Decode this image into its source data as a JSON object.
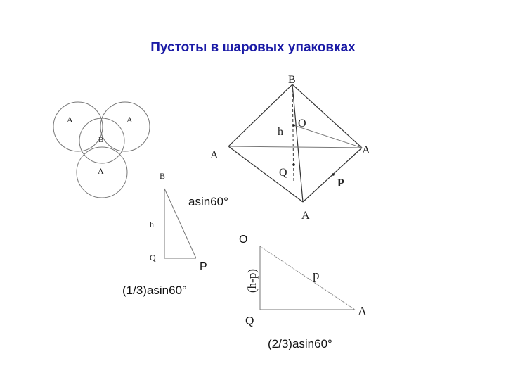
{
  "slide": {
    "title": "Пустоты в шаровых упаковках"
  },
  "circles_figure": {
    "labels": {
      "a1": "A",
      "a2": "A",
      "b": "B",
      "a3": "A"
    }
  },
  "tetrahedron": {
    "labels": {
      "b": "B",
      "h": "h",
      "o": "O",
      "a_left": "A",
      "a_right": "A",
      "q": "Q",
      "p": "P",
      "a_bottom": "A"
    }
  },
  "triangle_left": {
    "labels": {
      "b": "B",
      "h": "h",
      "q": "Q",
      "p": "P"
    },
    "side_label": "asin60°",
    "base_label": "(1/3)asin60°"
  },
  "triangle_right": {
    "labels": {
      "o": "O",
      "hp": "(h-p)",
      "p": "p",
      "a": "A",
      "q": "Q"
    },
    "base_label": "(2/3)asin60°"
  }
}
